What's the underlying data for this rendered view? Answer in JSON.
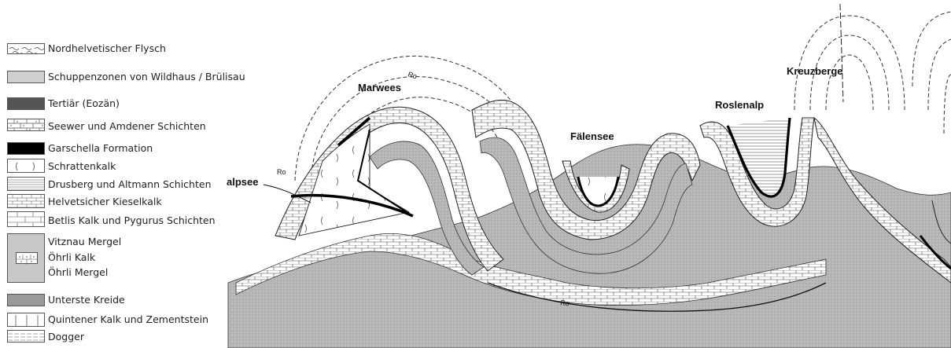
{
  "legend": [
    {
      "label": "Nordhelvetischer Flysch",
      "pattern": "flysch"
    },
    {
      "label": "Schuppenzonen von Wildhaus / Brülisau",
      "pattern": "dots"
    },
    {
      "label": "Tertiär (Eozän)",
      "pattern": "dark"
    },
    {
      "label": "Seewer und Amdener Schichten",
      "pattern": "seewer"
    },
    {
      "label": "Garschella Formation",
      "pattern": "black"
    },
    {
      "label": "Schrattenkalk",
      "pattern": "schratten"
    },
    {
      "label": "Drusberg und Altmann Schichten",
      "pattern": "hlines"
    },
    {
      "label": "Helvetsicher Kieselkalk",
      "pattern": "bricks-fine"
    },
    {
      "label": "Betlis Kalk und Pygurus Schichten",
      "pattern": "bricks"
    },
    {
      "label": "Vitznau Mergel",
      "pattern": "grey"
    },
    {
      "label": "Öhrli Kalk",
      "pattern": "bricks-dots"
    },
    {
      "label": "Öhrli Mergel",
      "pattern": "grey"
    },
    {
      "label": "Unterste Kreide",
      "pattern": "grey-dark"
    },
    {
      "label": "Quintener Kalk und Zementstein",
      "pattern": "vlines"
    },
    {
      "label": "Dogger",
      "pattern": "hlines"
    }
  ],
  "places": {
    "marwees": "Marwees",
    "falensee": "Fälensee",
    "roslenalp": "Roslenalp",
    "kreuzberge": "Kreuzberge",
    "alpsee": "alpsee"
  },
  "ro_label": "Ro"
}
